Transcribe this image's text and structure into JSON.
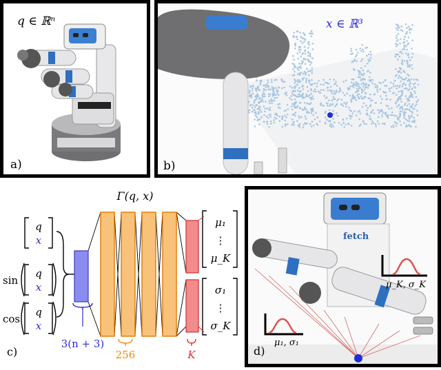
{
  "panels": {
    "a": {
      "label": "a)",
      "math": "q ∈ ℝⁿ"
    },
    "b": {
      "label": "b)",
      "math": "x ∈ ℝ³"
    },
    "c": {
      "label": "c)",
      "network_title": "Γ(q, x)",
      "inputs": {
        "raw": [
          "q",
          "x"
        ],
        "sin_prefix": "sin",
        "cos_prefix": "cos",
        "sin_vec": [
          "q",
          "x"
        ],
        "cos_vec": [
          "q",
          "x"
        ]
      },
      "outputs": {
        "mu": [
          "μ₁",
          "⋮",
          "μ_K"
        ],
        "sigma": [
          "σ₁",
          "⋮",
          "σ_K"
        ]
      },
      "dims": {
        "input_dim": "3(n + 3)",
        "hidden_dim": "256",
        "output_dim": "K"
      },
      "colors": {
        "input_layer": "#8a8cf0",
        "hidden_layer": "#f9c27a",
        "output_layer": "#f28b8b",
        "blue_text": "#2b2bd6",
        "orange_text": "#f08a00",
        "red_text": "#e63030"
      }
    },
    "d": {
      "label": "d)",
      "logo": "fetch",
      "plot_labels": [
        "μ₁, σ₁",
        "μ_K, σ_K"
      ]
    }
  }
}
